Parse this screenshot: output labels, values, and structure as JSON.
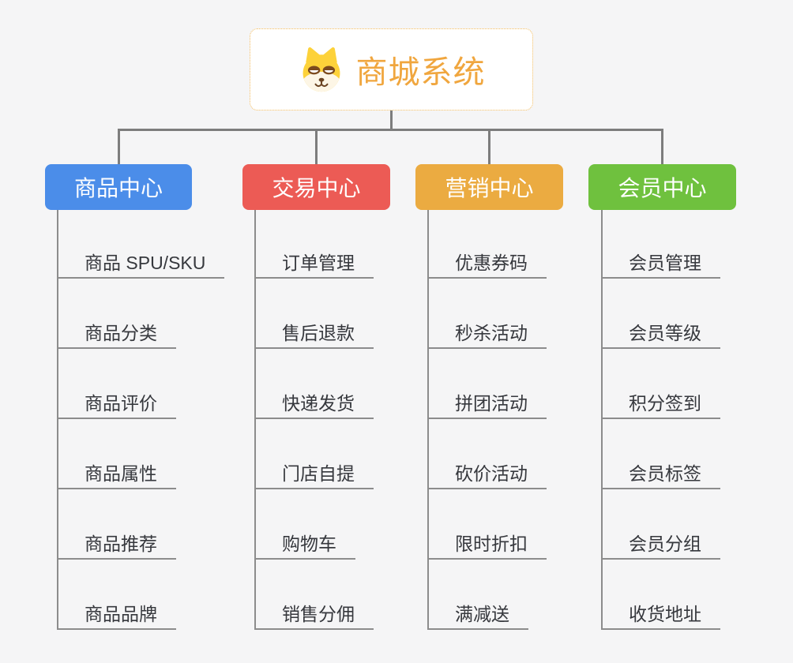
{
  "root": {
    "title": "商城系统",
    "icon": "dog-face-icon"
  },
  "branches": [
    {
      "label": "商品中心",
      "color": "#4b8de9",
      "items": [
        "商品 SPU/SKU",
        "商品分类",
        "商品评价",
        "商品属性",
        "商品推荐",
        "商品品牌"
      ]
    },
    {
      "label": "交易中心",
      "color": "#ec5b55",
      "items": [
        "订单管理",
        "售后退款",
        "快递发货",
        "门店自提",
        "购物车",
        "销售分佣"
      ]
    },
    {
      "label": "营销中心",
      "color": "#ebab41",
      "items": [
        "优惠券码",
        "秒杀活动",
        "拼团活动",
        "砍价活动",
        "限时折扣",
        "满减送"
      ]
    },
    {
      "label": "会员中心",
      "color": "#6fc13e",
      "items": [
        "会员管理",
        "会员等级",
        "积分签到",
        "会员标签",
        "会员分组",
        "收货地址"
      ]
    }
  ],
  "colors": {
    "background": "#f5f5f6",
    "root_border": "#f2bb5e",
    "root_title": "#f0a63e",
    "connector": "#7d7d7d",
    "item_underline": "#8c8c8c",
    "item_text": "#36383d"
  }
}
